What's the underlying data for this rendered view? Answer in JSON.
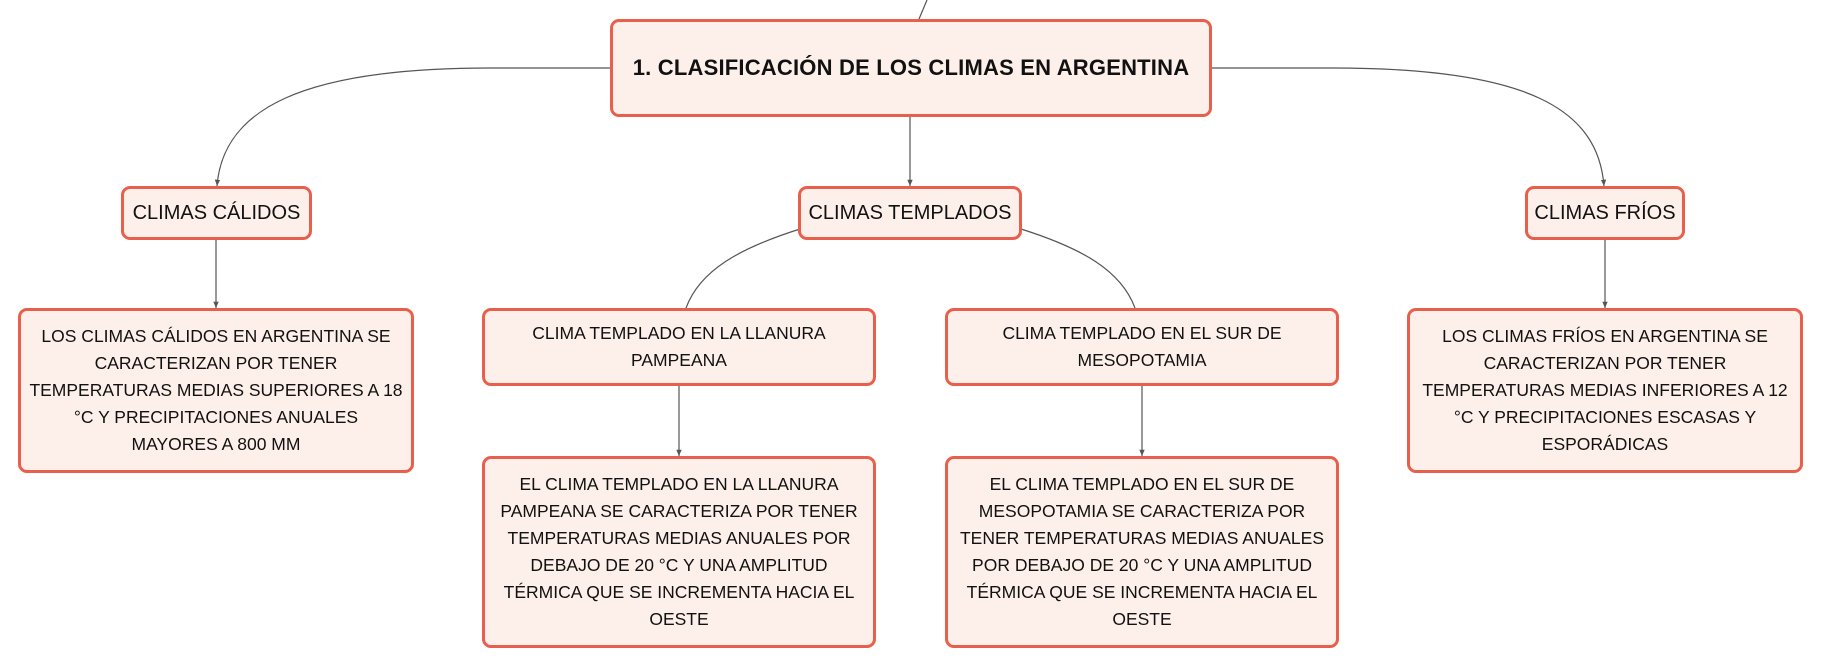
{
  "diagram": {
    "root": {
      "label": "1. CLASIFICACIÓN DE LOS CLIMAS EN ARGENTINA"
    },
    "warm": {
      "label": "CLIMAS CÁLIDOS",
      "description": "LOS CLIMAS CÁLIDOS EN ARGENTINA SE CARACTERIZAN POR TENER TEMPERATURAS MEDIAS SUPERIORES A 18 °C Y PRECIPITACIONES ANUALES MAYORES A 800 MM"
    },
    "temperate": {
      "label": "CLIMAS TEMPLADOS",
      "pampeana": {
        "label": "CLIMA TEMPLADO EN LA LLANURA PAMPEANA",
        "description": "EL CLIMA TEMPLADO EN LA LLANURA PAMPEANA SE CARACTERIZA POR TENER TEMPERATURAS MEDIAS ANUALES POR DEBAJO DE 20 °C Y UNA AMPLITUD TÉRMICA QUE SE INCREMENTA HACIA EL OESTE"
      },
      "mesopotamia": {
        "label": "CLIMA TEMPLADO EN EL SUR DE MESOPOTAMIA",
        "description": "EL CLIMA TEMPLADO EN EL SUR DE MESOPOTAMIA SE CARACTERIZA POR TENER TEMPERATURAS MEDIAS ANUALES POR DEBAJO DE 20 °C Y UNA AMPLITUD TÉRMICA QUE SE INCREMENTA HACIA EL OESTE"
      }
    },
    "cold": {
      "label": "CLIMAS FRÍOS",
      "description": "LOS CLIMAS FRÍOS EN ARGENTINA SE CARACTERIZAN POR TENER TEMPERATURAS MEDIAS INFERIORES A 12 °C Y PRECIPITACIONES ESCASAS Y ESPORÁDICAS"
    },
    "colors": {
      "node_fill": "#fdefe9",
      "node_border": "#e8604c",
      "connector": "#555555",
      "text": "#111111"
    }
  }
}
